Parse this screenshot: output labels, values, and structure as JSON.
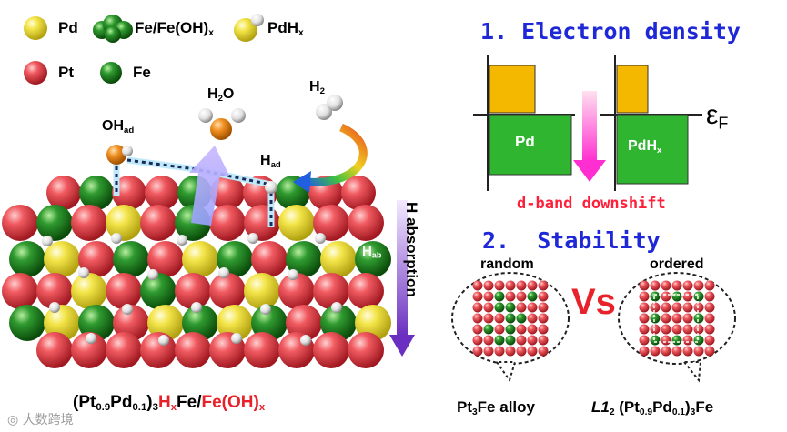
{
  "legend": {
    "pd": "Pd",
    "fe_oh": "Fe/Fe(OH)",
    "fe_oh_sub": "x",
    "pdhx": "PdH",
    "pdhx_sub": "x",
    "pt": "Pt",
    "fe": "Fe"
  },
  "surface": {
    "oh": "OH",
    "oh_sub": "ad",
    "h2o": "H",
    "h2o_sub": "2",
    "h2o_tail": "O",
    "h2": "H",
    "h2_sub": "2",
    "had": "H",
    "had_sub": "ad",
    "hab": "H",
    "hab_sub": "ab",
    "h_absorption": "H absorption"
  },
  "formula": {
    "open": "(Pt",
    "pt_sub": "0.9",
    "pd": "Pd",
    "pd_sub": "0.1",
    "close": ")",
    "close_sub": "3",
    "hx": "H",
    "hx_sub": "x",
    "fe": "Fe/",
    "feoh": "Fe(OH)",
    "feoh_sub": "x"
  },
  "electron_density": {
    "heading": "1. Electron density",
    "pd_label": "Pd",
    "pdhx_label": "PdH",
    "pdhx_sub": "x",
    "ef": "ε",
    "ef_sub": "F",
    "shift_label": "d-band downshift"
  },
  "stability": {
    "heading_num": "2.",
    "heading": "Stability",
    "random": "random",
    "ordered": "ordered",
    "vs": "Vs",
    "alloy_left": "Pt",
    "alloy_left_sub": "3",
    "alloy_left_tail": "Fe alloy",
    "alloy_right": "L1",
    "alloy_right_sub": "2",
    "alloy_right_tail": " (Pt",
    "alloy_right_sub2": "0.9",
    "alloy_right_pd": "Pd",
    "alloy_right_sub3": "0.1",
    "alloy_right_close": ")",
    "alloy_right_sub4": "3",
    "alloy_right_fe": "Fe"
  },
  "watermark": "大数跨境",
  "colors": {
    "pt": "#e0303a",
    "fe": "#1f7a1f",
    "pd": "#f2e24a",
    "band_yellow": "#f5b800",
    "band_green": "#2fb52f",
    "heading_blue": "#1f28d6",
    "red_text": "#e8222a"
  }
}
